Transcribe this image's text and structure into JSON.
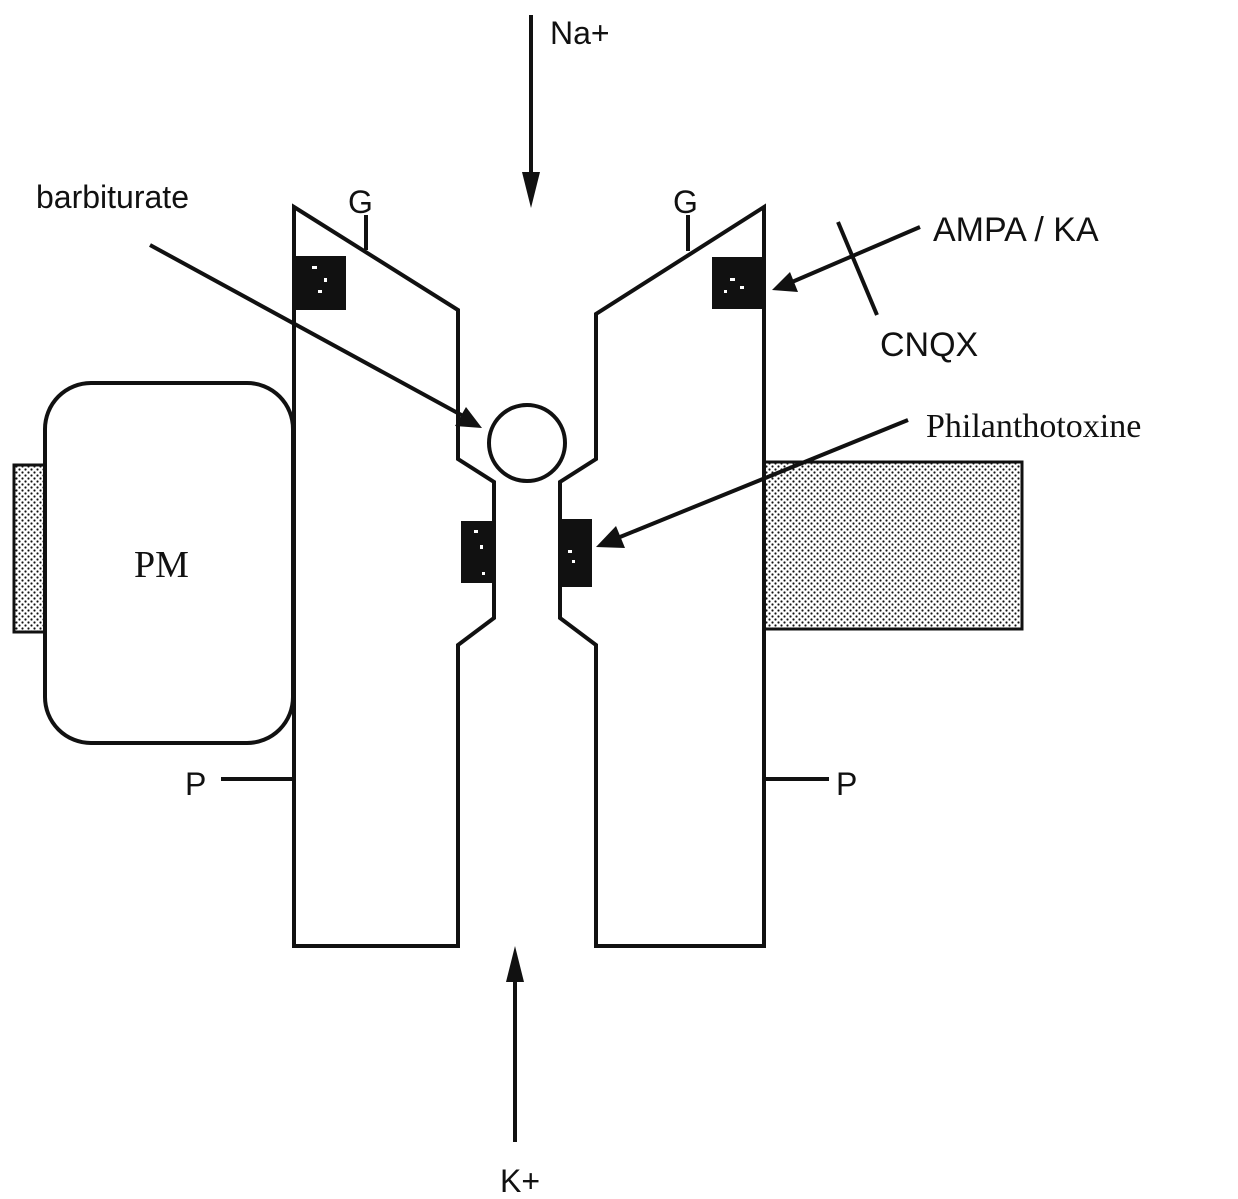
{
  "labels": {
    "na": "Na+",
    "k": "K+",
    "barbiturate": "barbiturate",
    "g_left": "G",
    "g_right": "G",
    "ampa_ka": "AMPA / KA",
    "cnqx": "CNQX",
    "philanthotoxine": "Philanthotoxine",
    "pm": "PM",
    "p_left": "P",
    "p_right": "P"
  },
  "colors": {
    "ink": "#111111",
    "background": "#ffffff",
    "stipple_dot": "#111111",
    "stipple_bg": "#ffffff"
  },
  "icons": {
    "top_arrow": "arrow-down-icon",
    "bottom_arrow": "arrow-up-icon",
    "barbiturate_arrow": "arrow-icon",
    "philanthotoxine_arrow": "arrow-icon",
    "ampa_arrow": "arrow-icon",
    "cnqx_block": "cross-mark-icon"
  }
}
